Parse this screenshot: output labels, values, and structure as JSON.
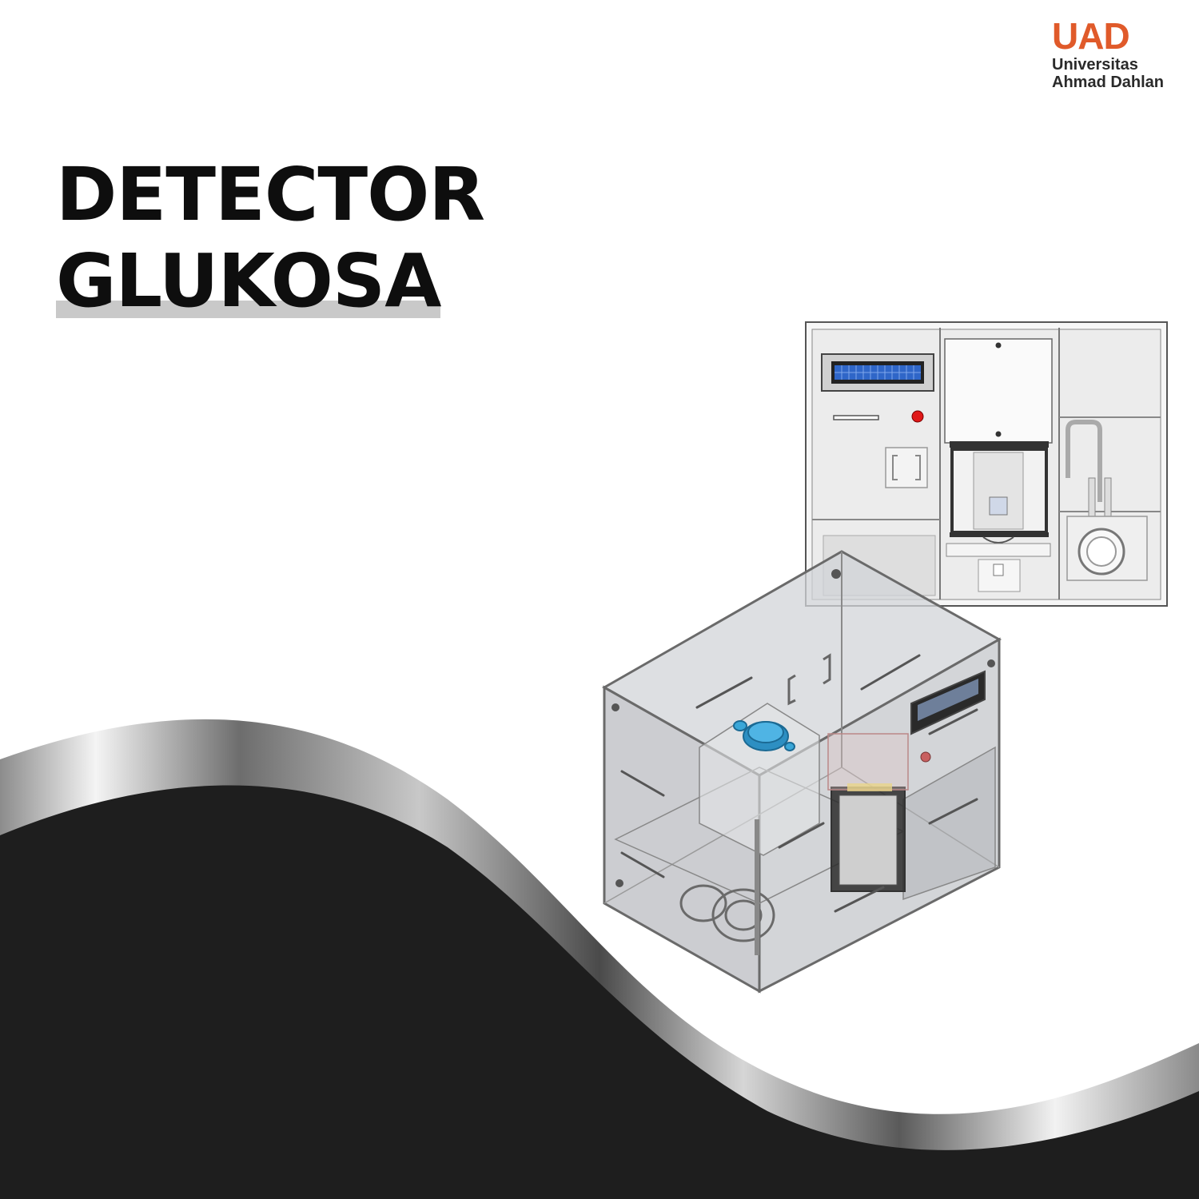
{
  "logo": {
    "mark": "UAD",
    "line1": "Universitas",
    "line2": "Ahmad Dahlan"
  },
  "title": {
    "line1": "DETECTOR",
    "line2": "GLUKOSA"
  },
  "colors": {
    "background": "#ffffff",
    "wave_dark": "#1e1e1e",
    "wave_metal": "#9a9a9a",
    "title_text": "#0e0e0e",
    "title_highlight": "#c9c9c9",
    "logo_accent": "#e05a2a",
    "device_outline": "#6a6a6a",
    "device_panel": "#c8cace",
    "lcd_blue": "#2f66c8",
    "cuvette_cap": "#3aa7d8",
    "indicator_red": "#e01818"
  }
}
